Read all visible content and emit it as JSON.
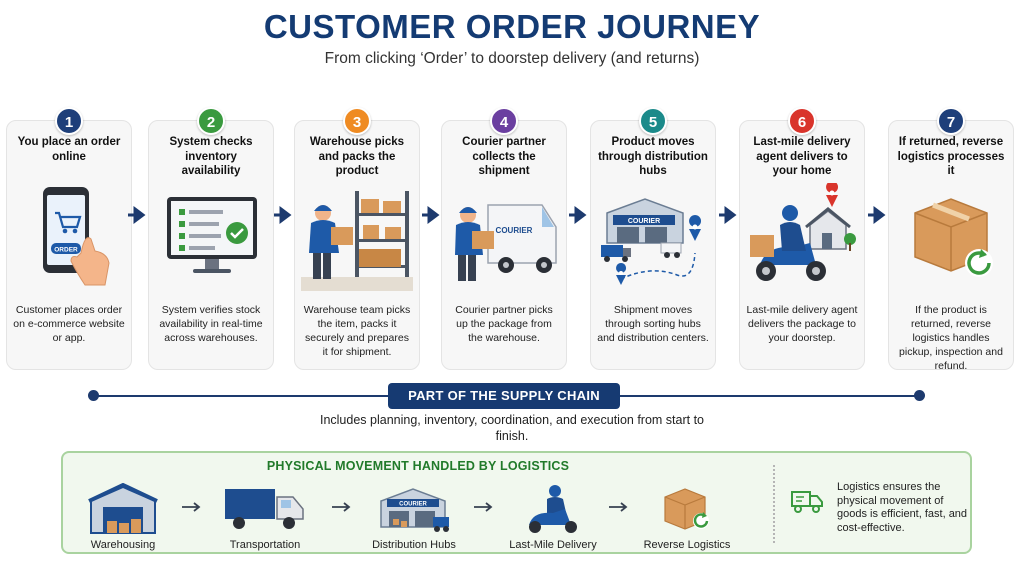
{
  "header": {
    "title": "CUSTOMER ORDER JOURNEY",
    "subtitle": "From clicking ‘Order’ to doorstep delivery (and returns)"
  },
  "colors": {
    "navy": "#163a72",
    "step_badges": [
      "#1e3f7a",
      "#3a9a3f",
      "#ef8b22",
      "#6b3fa0",
      "#1b8a8a",
      "#d9342b",
      "#1e3f7a"
    ],
    "logistics_green": "#217a2a"
  },
  "steps": [
    {
      "number": "1",
      "title": "You place an order online",
      "description": "Customer places order on e-commerce website or app.",
      "icon": "phone-order-icon",
      "order_button": "ORDER"
    },
    {
      "number": "2",
      "title": "System checks inventory availability",
      "description": "System verifies stock availability in real-time across warehouses.",
      "icon": "monitor-checklist-icon"
    },
    {
      "number": "3",
      "title": "Warehouse picks and packs the product",
      "description": "Warehouse team picks the item, packs it securely and prepares it for shipment.",
      "icon": "warehouse-worker-icon"
    },
    {
      "number": "4",
      "title": "Courier partner collects the shipment",
      "description": "Courier partner picks up the package from the warehouse.",
      "icon": "courier-van-icon",
      "van_label": "COURIER"
    },
    {
      "number": "5",
      "title": "Product moves through distribution hubs",
      "description": "Shipment moves through sorting hubs and distribution centers.",
      "icon": "distribution-hub-icon",
      "hub_label": "COURIER"
    },
    {
      "number": "6",
      "title": "Last-mile delivery agent delivers to your home",
      "description": "Last-mile delivery agent delivers the package to your doorstep.",
      "icon": "scooter-delivery-icon"
    },
    {
      "number": "7",
      "title": "If returned, reverse logistics processes it",
      "description": "If the product is returned, reverse logistics handles pickup, inspection and refund.",
      "icon": "return-box-icon"
    }
  ],
  "supply_chain": {
    "label": "PART OF THE SUPPLY CHAIN",
    "description": "Includes planning, inventory, coordination, and execution from start to finish."
  },
  "logistics": {
    "title": "PHYSICAL MOVEMENT HANDLED BY LOGISTICS",
    "items": [
      {
        "label": "Warehousing",
        "icon": "warehouse-icon"
      },
      {
        "label": "Transportation",
        "icon": "truck-icon"
      },
      {
        "label": "Distribution Hubs",
        "icon": "distribution-hub-icon",
        "hub_label": "COURIER"
      },
      {
        "label": "Last-Mile Delivery",
        "icon": "scooter-icon"
      },
      {
        "label": "Reverse Logistics",
        "icon": "return-box-icon"
      }
    ],
    "note": "Logistics ensures the physical movement of goods is efficient, fast, and cost-effective.",
    "note_icon": "delivery-truck-outline-icon"
  }
}
